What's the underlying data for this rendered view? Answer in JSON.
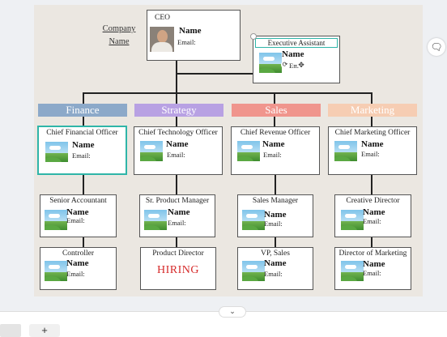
{
  "company": {
    "line1": "Company",
    "line2": "Name"
  },
  "ceo": {
    "title": "CEO",
    "name": "Name",
    "email": "Email:"
  },
  "assistant": {
    "title": "Executive Assistant",
    "name": "Name",
    "email_partial": "Em"
  },
  "departments": [
    {
      "label": "Finance",
      "color": "#8ca9c9"
    },
    {
      "label": "Strategy",
      "color": "#b8a1e3"
    },
    {
      "label": "Sales",
      "color": "#f0958d"
    },
    {
      "label": "Marketing",
      "color": "#f6cdb3"
    }
  ],
  "chiefs": [
    {
      "title": "Chief Financial Officer",
      "name": "Name",
      "email": "Email:"
    },
    {
      "title": "Chief Technology Officer",
      "name": "Name",
      "email": "Email:"
    },
    {
      "title": "Chief Revenue Officer",
      "name": "Name",
      "email": "Email:"
    },
    {
      "title": "Chief Marketing Officer",
      "name": "Name",
      "email": "Email:"
    }
  ],
  "mid": [
    {
      "title": "Senior Accountant",
      "name": "Name",
      "email": "Email:"
    },
    {
      "title": "Sr. Product Manager",
      "name": "Name",
      "email": "Email:"
    },
    {
      "title": "Sales Manager",
      "name": "Name",
      "email": "Email:"
    },
    {
      "title": "Creative Director",
      "name": "Name",
      "email": "Email:"
    }
  ],
  "bottom": [
    {
      "title": "Controller",
      "name": "Name",
      "email": "Email:"
    },
    {
      "title": "Product Director",
      "hiring": "HIRING"
    },
    {
      "title": "VP, Sales",
      "name": "Name",
      "email": "Email:"
    },
    {
      "title": "Director of Marketing",
      "name": "Name",
      "email": "Email:"
    }
  ],
  "icons": {
    "comment": "comment-plus-icon",
    "rotate": "rotate-icon",
    "move": "move-icon",
    "chevron": "chevron-down-icon",
    "add": "add-icon"
  },
  "ui": {
    "handle_glyph": "⌄",
    "add_glyph": "+"
  }
}
